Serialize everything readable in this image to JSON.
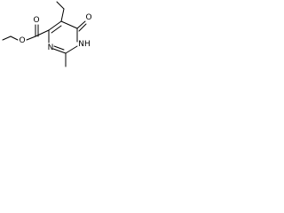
{
  "molecule": {
    "atoms": {
      "ring_nitrogen_left": "N",
      "ring_nitrogen_nh": "NH",
      "carbonyl_oxygen_ring": "O",
      "ester_carbonyl_oxygen": "O",
      "ester_ether_oxygen": "O"
    }
  },
  "colors": {
    "background": "#ffffff",
    "ink": "#000000"
  }
}
